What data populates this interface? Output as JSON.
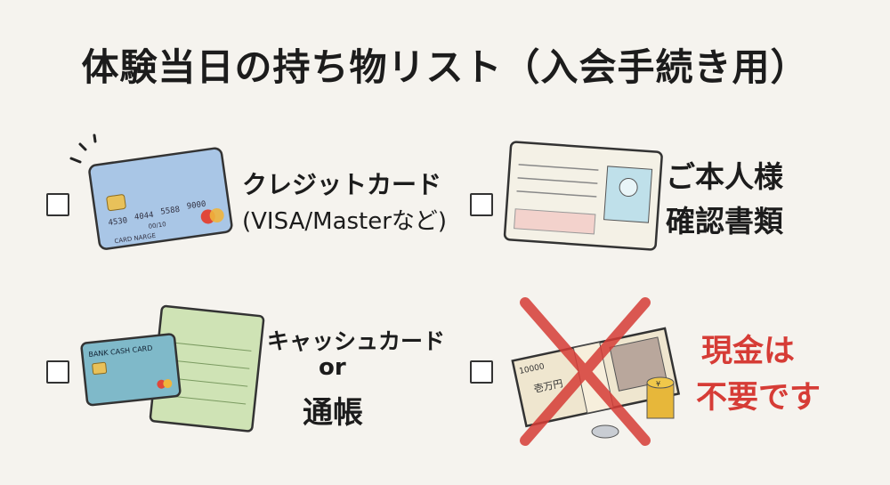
{
  "title": "体験当日の持ち物リスト（入会手続き用）",
  "items": [
    {
      "label": "クレジットカード",
      "sublabel": "(VISA/Masterなど)",
      "checked": false,
      "card": {
        "number_1": "4530",
        "number_2": "4044",
        "number_3": "5588",
        "number_4": "9000",
        "expiry": "00/10",
        "name": "CARD NARGE"
      }
    },
    {
      "label_line1": "ご本人様",
      "label_line2": "確認書類",
      "checked": false
    },
    {
      "label": "キャッシュカード",
      "connector": "or",
      "label2": "通帳",
      "checked": false,
      "card": {
        "name": "BANK CASH CARD"
      }
    },
    {
      "label_line1": "現金は",
      "label_line2": "不要です",
      "checked": false,
      "money": {
        "denomination": "10000",
        "note_label": "壱万円",
        "coin_symbol": "¥"
      }
    }
  ],
  "colors": {
    "background": "#f5f3ee",
    "warning_red": "#d63c36",
    "card_blue": "#a9c6e6",
    "passbook_green": "#cfe3b5"
  }
}
